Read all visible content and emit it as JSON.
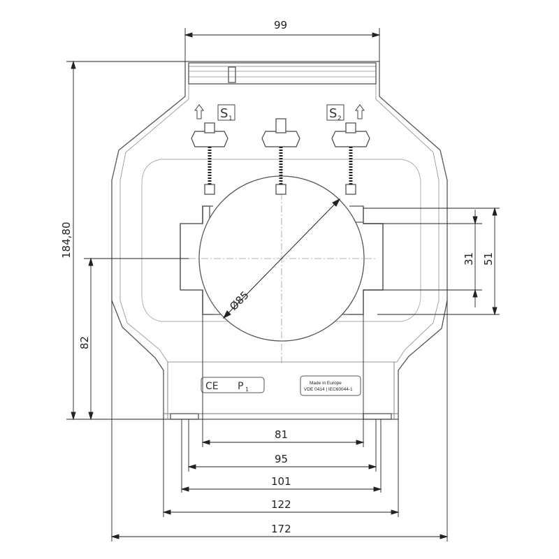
{
  "dimensions": {
    "top_width": "99",
    "height_total": "184,80",
    "center_height": "82",
    "window_small": "31",
    "window_large": "51",
    "diameter": "Ø85",
    "width_81": "81",
    "width_95": "95",
    "width_101": "101",
    "width_122": "122",
    "width_172": "172"
  },
  "terminals": {
    "s1_letter": "S",
    "s1_sub": "1",
    "s2_letter": "S",
    "s2_sub": "2"
  },
  "marks": {
    "ce": "CE",
    "p_letter": "P",
    "p_sub": "1"
  },
  "label_plate": {
    "line1": "Made in Europe",
    "line2": "VDE 0414 | IEC60044-1"
  },
  "colors": {
    "outline": "#555555",
    "dimension": "#222222",
    "thin": "#888888"
  }
}
